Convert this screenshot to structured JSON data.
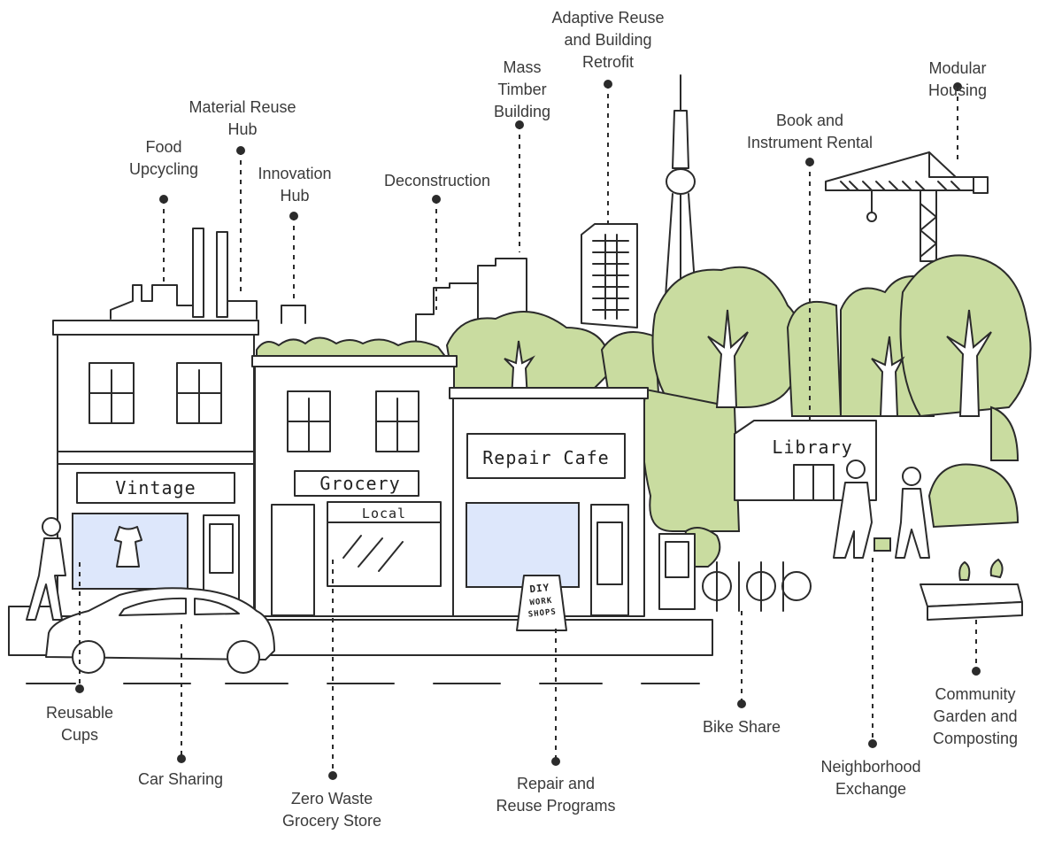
{
  "signs": {
    "vintage": "Vintage",
    "grocery": "Grocery",
    "local": "Local",
    "repair_cafe": "Repair Cafe",
    "library": "Library",
    "diy_line1": "DIY",
    "diy_line2": "WORK",
    "diy_line3": "SHOPS"
  },
  "labels": {
    "adaptive_reuse": "Adaptive Reuse\nand Building\nRetrofit",
    "mass_timber": "Mass\nTimber\nBuilding",
    "modular_housing": "Modular Housing",
    "material_reuse_hub": "Material Reuse\nHub",
    "food_upcycling": "Food\nUpcycling",
    "innovation_hub": "Innovation\nHub",
    "deconstruction": "Deconstruction",
    "book_instrument_rental": "Book and\nInstrument Rental",
    "reusable_cups": "Reusable\nCups",
    "car_sharing": "Car Sharing",
    "zero_waste_grocery": "Zero Waste\nGrocery Store",
    "repair_reuse_programs": "Repair and\nReuse Programs",
    "bike_share": "Bike Share",
    "neighborhood_exchange": "Neighborhood\nExchange",
    "community_garden": "Community\nGarden and\nComposting"
  },
  "colors": {
    "foliage": "#c9dca0",
    "window_glass": "#dde7fb",
    "line": "#2b2b2b",
    "label_text": "#3a3a3a"
  }
}
